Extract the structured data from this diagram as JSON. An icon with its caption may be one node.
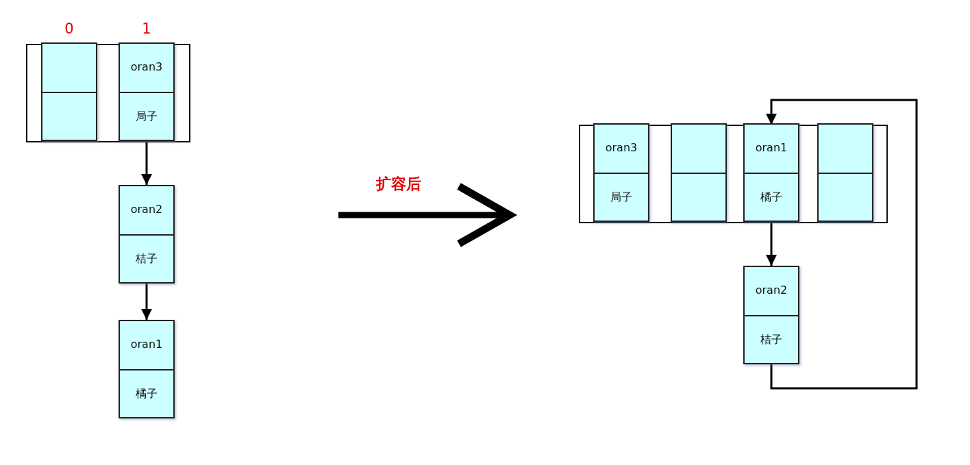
{
  "diagram": {
    "nodes": [
      {
        "text": [],
        "shape": "box"
      },
      {
        "text": [],
        "shape": "box",
        "in": 0,
        "beside": [
          "0"
        ]
      },
      {
        "text": [
          "oran3",
          "局子"
        ],
        "in": 0,
        "beside": [
          "1"
        ]
      },
      {
        "text": [
          "oran2",
          "桔子"
        ]
      },
      {
        "text": [
          "oran1",
          "橘子"
        ]
      },
      {
        "text": [],
        "shape": "box"
      },
      {
        "text": [
          "oran3",
          "局子"
        ],
        "in": 5
      },
      {
        "text": [],
        "shape": "box",
        "in": 5
      },
      {
        "text": [
          "oran1",
          "橘子"
        ],
        "in": 5
      },
      {
        "text": [],
        "shape": "box",
        "in": 5
      },
      {
        "text": [
          "oran2",
          "桔子"
        ]
      }
    ],
    "edges": [
      {
        "from": 2,
        "to": 3,
        "arrow": "to"
      },
      {
        "from": 3,
        "to": 4,
        "arrow": "to"
      },
      {
        "from": 8,
        "to": 10,
        "arrow": "to"
      },
      {
        "from": 10,
        "to": 8,
        "arrow": "to"
      }
    ],
    "labels": [
      "扩容后"
    ]
  }
}
